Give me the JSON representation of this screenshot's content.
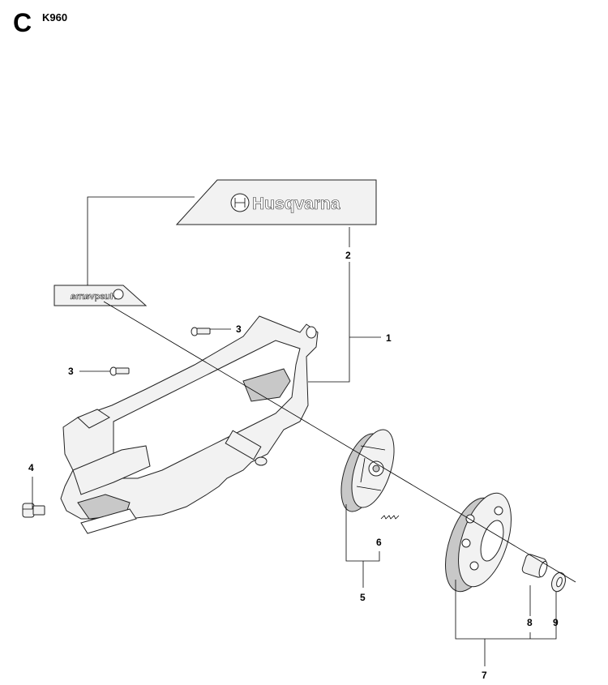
{
  "header": {
    "section_letter": "C",
    "model": "K960"
  },
  "decals": {
    "large_brand": "Husqvarna",
    "small_brand_mirrored": "Husqvarna"
  },
  "callouts": {
    "c1": "1",
    "c2": "2",
    "c3a": "3",
    "c3b": "3",
    "c4": "4",
    "c5": "5",
    "c6": "6",
    "c7": "7",
    "c8": "8",
    "c9": "9"
  }
}
